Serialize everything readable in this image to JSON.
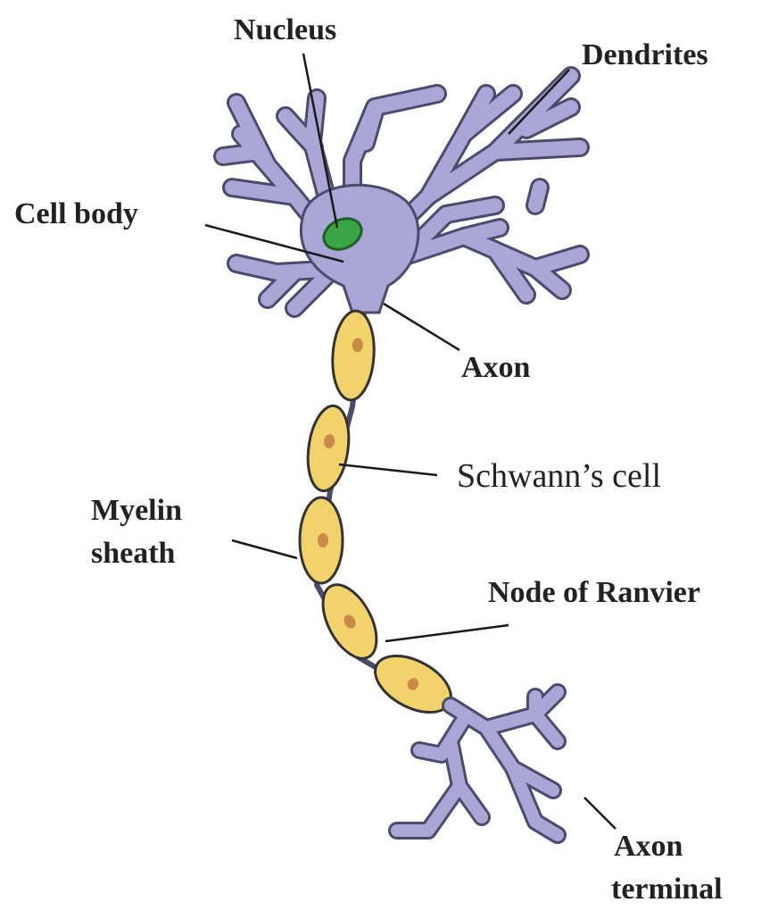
{
  "labels": {
    "nucleus": "Nucleus",
    "dendrites": "Dendrites",
    "cell_body": "Cell body",
    "axon": "Axon",
    "schwann_cell": "Schwann’s cell",
    "myelin_line1": "Myelin",
    "myelin_line2": "sheath",
    "node_of_ranvier": "Node of Ranvier",
    "axon_terminal_line1": "Axon",
    "axon_terminal_line2": "terminal"
  },
  "colors": {
    "neuron": "#aaa7d6",
    "neuron_outline": "#4b4b6e",
    "nucleus": "#3aa545",
    "schwann": "#f2d36b",
    "schwann_nucleus": "#c98a4a",
    "text": "#222222"
  }
}
